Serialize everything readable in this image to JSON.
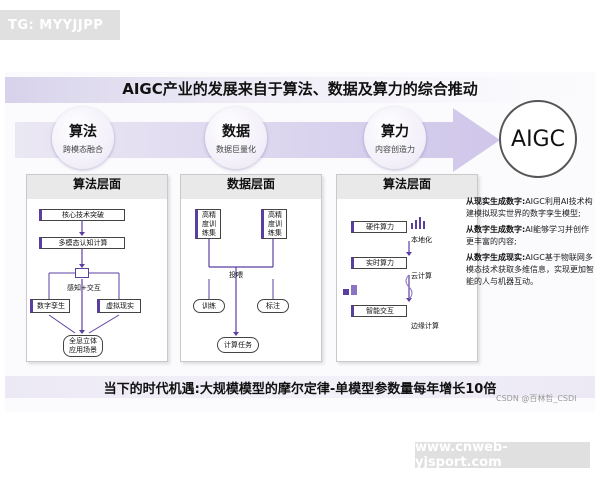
{
  "watermarks": {
    "top_tag": "TG: MYYJJPP",
    "bottom_tag": "www.cnweb-yjsport.com",
    "csdn": "CSDN @百林哲_CSDI"
  },
  "title": "AIGC产业的发展来自于算法、数据及算力的综合推动",
  "flow": {
    "circles": [
      {
        "main": "算法",
        "sub": "跨模态融合"
      },
      {
        "main": "数据",
        "sub": "数据巨量化"
      },
      {
        "main": "算力",
        "sub": "内容创造力"
      }
    ],
    "target": "AIGC"
  },
  "cards": {
    "algorithm": {
      "title": "算法层面",
      "core": "核心技术突破",
      "multimodal": "多模态认知计算",
      "sense": "感知+交互",
      "twin": "数字孪生",
      "virtual": "虚拟现实",
      "scene": "全息立体\n应用场景"
    },
    "data": {
      "title": "数据层面",
      "left_set": "高精\n度训\n练集",
      "right_set": "高精\n度训\n练集",
      "feed": "投喂",
      "train": "训练",
      "label": "标注",
      "task": "计算任务"
    },
    "compute": {
      "title": "算法层面",
      "hw": "硬件算力",
      "local": "本地化",
      "realtime": "实时算力",
      "cloud": "云计算",
      "interact": "智能交互",
      "edge": "边缘计算"
    }
  },
  "description": [
    {
      "head": "从现实生成数字:",
      "body": "AIGC利用AI技术构建模拟现实世界的数字孪生模型;"
    },
    {
      "head": "从数字生成数字:",
      "body": "AI能够学习并创作更丰富的内容;"
    },
    {
      "head": "从数字生成现实:",
      "body": "AIGC基于物联网多模态技术获取多维信息，实现更加智能的人与机器互动。"
    }
  ],
  "bottom_banner": "当下的时代机遇:大规模模型的摩尔定律-单模型参数量每年增长10倍",
  "colors": {
    "accent": "#5b3fa0",
    "arrow": "#d9d3ee",
    "card_head": "#e9e9e9"
  }
}
